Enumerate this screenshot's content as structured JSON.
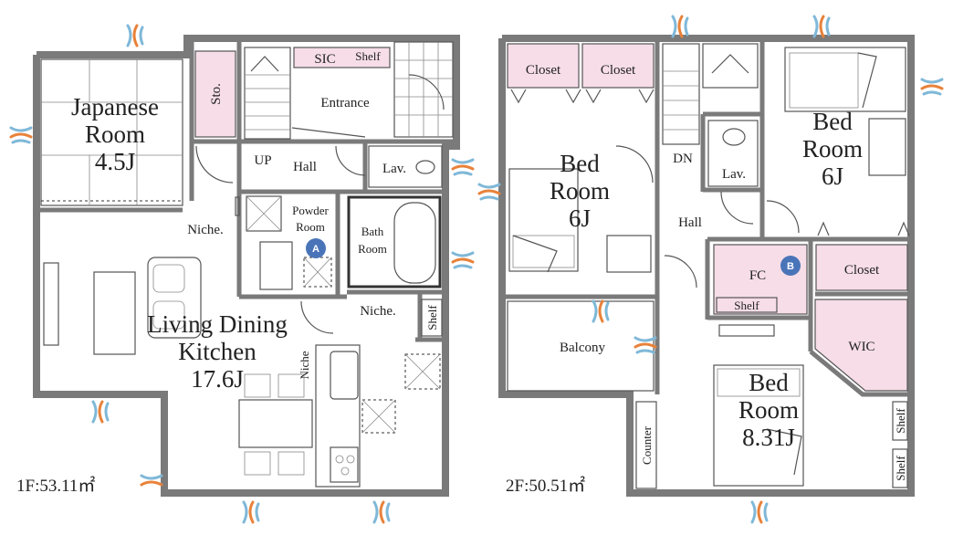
{
  "floor1": {
    "area_label": "1F:53.11㎡",
    "rooms": {
      "japanese": [
        "Japanese",
        "Room",
        "4.5J"
      ],
      "storage": "Sto.",
      "sic": "SIC",
      "shelf": "Shelf",
      "entrance": "Entrance",
      "up": "UP",
      "hall": "Hall",
      "lav": "Lav.",
      "niche_left": "Niche.",
      "powder": [
        "Powder",
        "Room"
      ],
      "bath": [
        "Bath",
        "Room"
      ],
      "niche_mid": "Niche.",
      "shelf_right": "Shelf",
      "niche_vertical": "Niche",
      "ldk": [
        "Living Dining",
        "Kitchen",
        "17.6J"
      ]
    },
    "badge": "A"
  },
  "floor2": {
    "area_label": "2F:50.51㎡",
    "rooms": {
      "closet_1": "Closet",
      "closet_2": "Closet",
      "bed_left": [
        "Bed",
        "Room",
        "6J"
      ],
      "dn": "DN",
      "lav": "Lav.",
      "hall": "Hall",
      "bed_right": [
        "Bed",
        "Room",
        "6J"
      ],
      "fc": "FC",
      "fc_shelf": "Shelf",
      "closet_3": "Closet",
      "balcony": "Balcony",
      "wic": "WIC",
      "bed_bottom": [
        "Bed",
        "Room",
        "8.31J"
      ],
      "counter": "Counter",
      "shelf_a": "Shelf",
      "shelf_b": "Shelf"
    },
    "badge": "B"
  },
  "colors": {
    "wall": "#7a7a7a",
    "storage_fill": "#f6dde8",
    "badge": "#4a74b8",
    "vent_blue": "#7fb8d8",
    "vent_orange": "#e8823a"
  },
  "icons": [
    "window-vent-icon",
    "door-swing-icon",
    "stairs-icon",
    "toilet-icon",
    "bathtub-icon",
    "sink-icon",
    "stove-icon",
    "bed-icon",
    "sofa-icon",
    "tv-icon",
    "table-icon"
  ]
}
